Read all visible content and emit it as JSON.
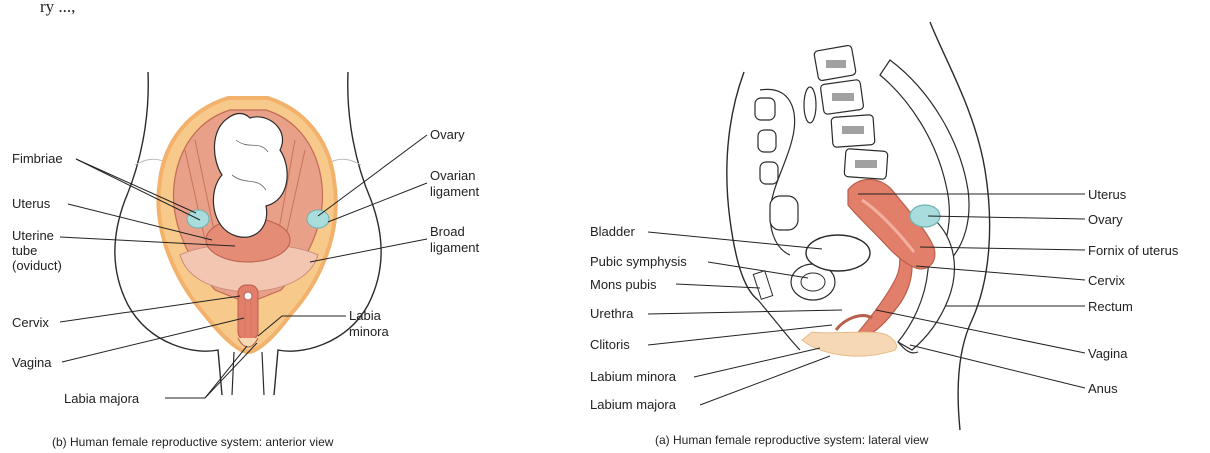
{
  "top_fragment": "ry ...,",
  "panel_b": {
    "caption": "(b) Human female reproductive system: anterior view",
    "labels": {
      "fimbriae": "Fimbriae",
      "uterus": "Uterus",
      "uterine_tube_1": "Uterine",
      "uterine_tube_2": "tube",
      "uterine_tube_3": "(oviduct)",
      "cervix": "Cervix",
      "vagina": "Vagina",
      "labia_majora": "Labia majora",
      "ovary": "Ovary",
      "ovarian_ligament_1": "Ovarian",
      "ovarian_ligament_2": "ligament",
      "broad_ligament_1": "Broad",
      "broad_ligament_2": "ligament",
      "labia_minora_1": "Labia",
      "labia_minora_2": "minora"
    }
  },
  "panel_a": {
    "caption": "(a) Human female reproductive system: lateral view",
    "labels": {
      "bladder": "Bladder",
      "pubic_symphysis": "Pubic symphysis",
      "mons_pubis": "Mons pubis",
      "urethra": "Urethra",
      "clitoris": "Clitoris",
      "labium_minora": "Labium minora",
      "labium_majora": "Labium majora",
      "uterus": "Uterus",
      "ovary": "Ovary",
      "fornix": "Fornix of uterus",
      "cervix": "Cervix",
      "rectum": "Rectum",
      "vagina": "Vagina",
      "anus": "Anus"
    }
  },
  "colors": {
    "outline": "#2b2b2b",
    "tissue": "#e9967a",
    "uterus": "#e27f6a",
    "fat": "#f7c98a",
    "ovary": "#a9dcdc",
    "bone": "#ffffff",
    "vulva": "#f6d9b4"
  }
}
